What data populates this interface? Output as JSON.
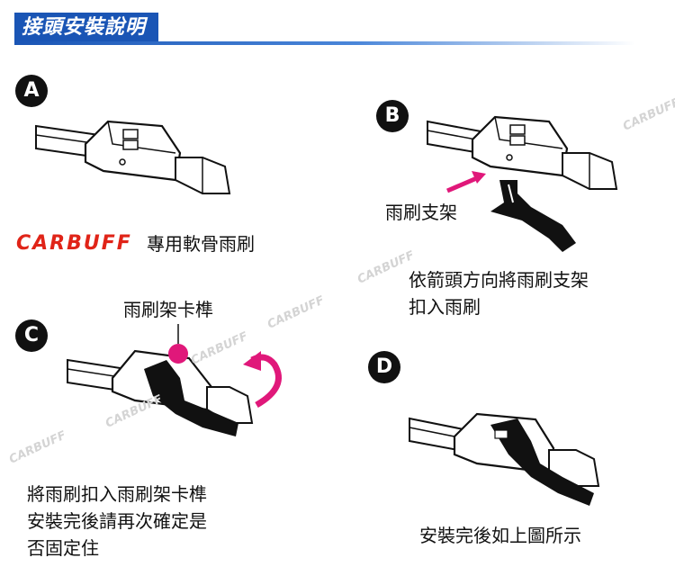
{
  "header": {
    "title": "接頭安裝說明"
  },
  "steps": [
    {
      "badge": "A",
      "text": "專用軟骨雨刷"
    },
    {
      "badge": "B",
      "label": "雨刷支架",
      "line1": "依箭頭方向將雨刷支架",
      "line2": "扣入雨刷"
    },
    {
      "badge": "C",
      "label": "雨刷架卡榫",
      "line1": "將雨刷扣入雨刷架卡榫",
      "line2": "安裝完後請再次確定是",
      "line3": "否固定住"
    },
    {
      "badge": "D",
      "text": "安裝完後如上圖所示"
    }
  ],
  "brand": {
    "logo": "CARBUFF"
  },
  "colors": {
    "accent_blue": "#1a55b5",
    "brand_red": "#e02418",
    "arrow_magenta": "#e0187a"
  }
}
